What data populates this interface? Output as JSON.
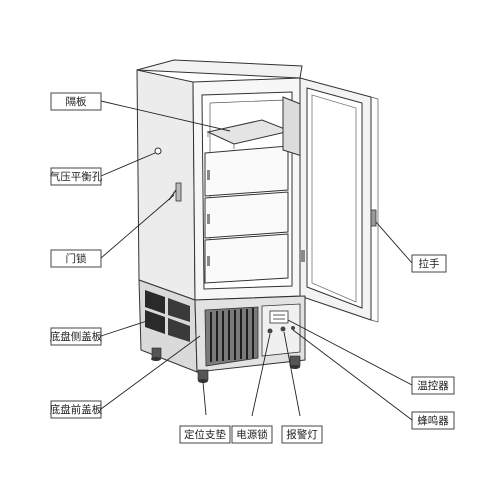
{
  "labels": {
    "partition": "隔板",
    "pressure_hole": "气压平衡孔",
    "door_lock": "门锁",
    "base_side_cover": "底盘侧盖板",
    "base_front_cover": "底盘前盖板",
    "positioning_foot": "定位支垫",
    "power_lock": "电源锁",
    "alarm_light": "报警灯",
    "handle": "拉手",
    "temp_controller": "温控器",
    "buzzer": "蜂鸣器"
  }
}
